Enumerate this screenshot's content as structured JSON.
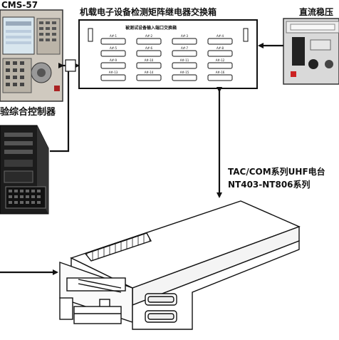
{
  "labels": {
    "cms": "CMS-57",
    "matrix_box": "机载电子设备检测矩阵继电器交换箱",
    "dc_supply": "直流稳压",
    "controller": "验综合控制器",
    "radio_series_line1": "TAC/COM系列UHF电台",
    "radio_series_line2": "NT403-NT806系列",
    "panel_title": "被测试设备输入端口交换箱"
  },
  "panel_ports": [
    [
      "A#-1",
      "A#-2",
      "A#-3",
      "A#-4"
    ],
    [
      "A#-5",
      "A#-6",
      "A#-7",
      "A#-8"
    ],
    [
      "A#-9",
      "A#-10",
      "A#-11",
      "A#-12"
    ],
    [
      "A#-13",
      "A#-14",
      "A#-15",
      "A#-16"
    ]
  ],
  "colors": {
    "line": "#111111",
    "panel_bg": "#ffffff",
    "screen": "#d8e6ee",
    "cms_body": "#c8c2b8",
    "server": "#222222",
    "supply_body": "#dcdcdc"
  }
}
